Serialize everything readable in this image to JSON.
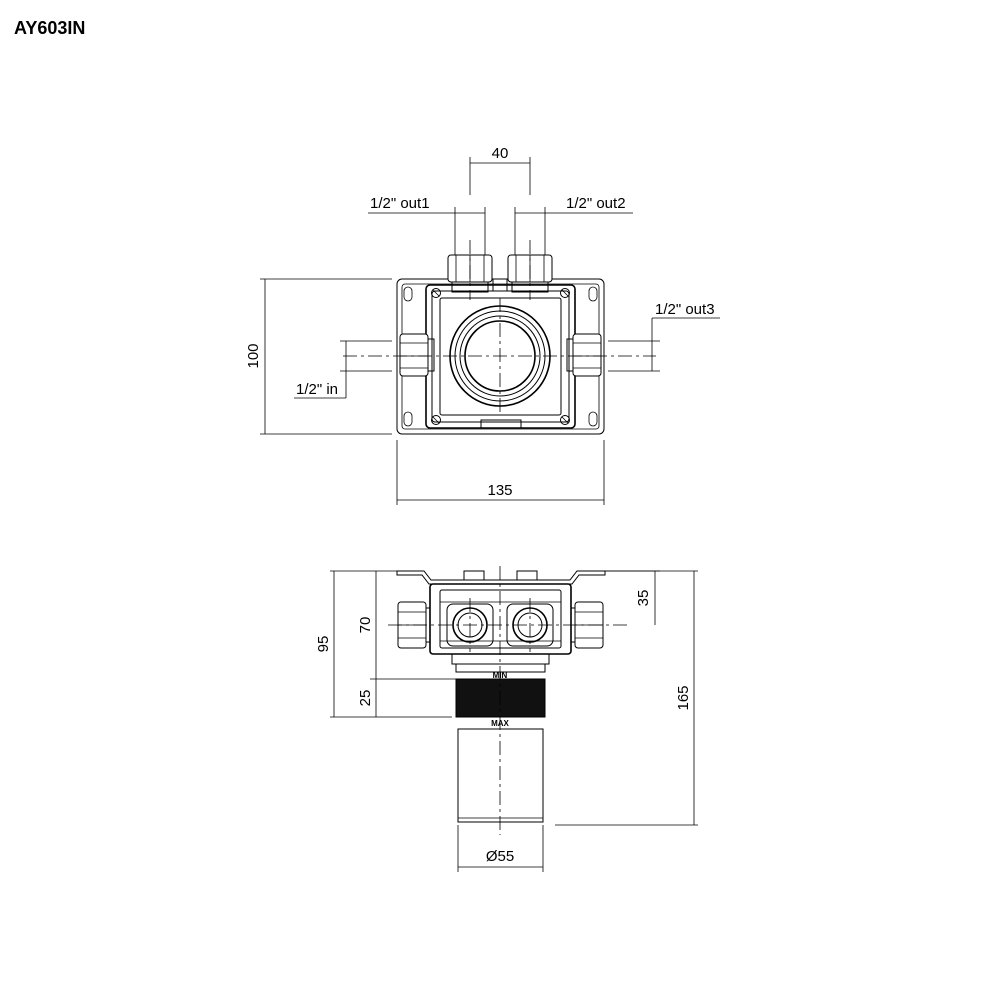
{
  "title": "AY603IN",
  "top_view": {
    "width_dim": "135",
    "height_dim": "100",
    "outlet_spacing_dim": "40",
    "outlet1_label": "1/2\" out1",
    "outlet2_label": "1/2\" out2",
    "outlet3_label": "1/2\" out3",
    "inlet_label": "1/2\" in"
  },
  "side_view": {
    "overall_depth_dim": "95",
    "body_depth_dim": "70",
    "sleeve_dim": "25",
    "axis_offset_dim": "35",
    "total_depth_dim": "165",
    "diameter_dim": "Ø55",
    "min_label": "MIN",
    "max_label": "MAX"
  }
}
